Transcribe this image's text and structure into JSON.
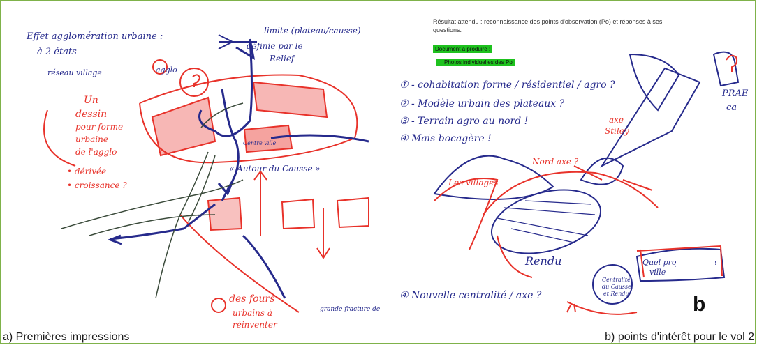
{
  "captions": {
    "a": "a) Premières impressions",
    "b": "b) points d'intérêt pour le vol 2"
  },
  "panel_b": {
    "label_b": "b",
    "doc_line1": "Résultat attendu : reconnaissance des points d'observation (Po) et réponses à ses",
    "doc_line2": "questions.",
    "doc_box1": "Document à produire :",
    "doc_box2": "Photos individuelles des Po"
  },
  "colors": {
    "frame": "#7fb24a",
    "sketch_red": "#e8322a",
    "sketch_blue": "#262a8c",
    "sketch_green": "#3a4a3a",
    "doc_green": "#1ec21e"
  }
}
